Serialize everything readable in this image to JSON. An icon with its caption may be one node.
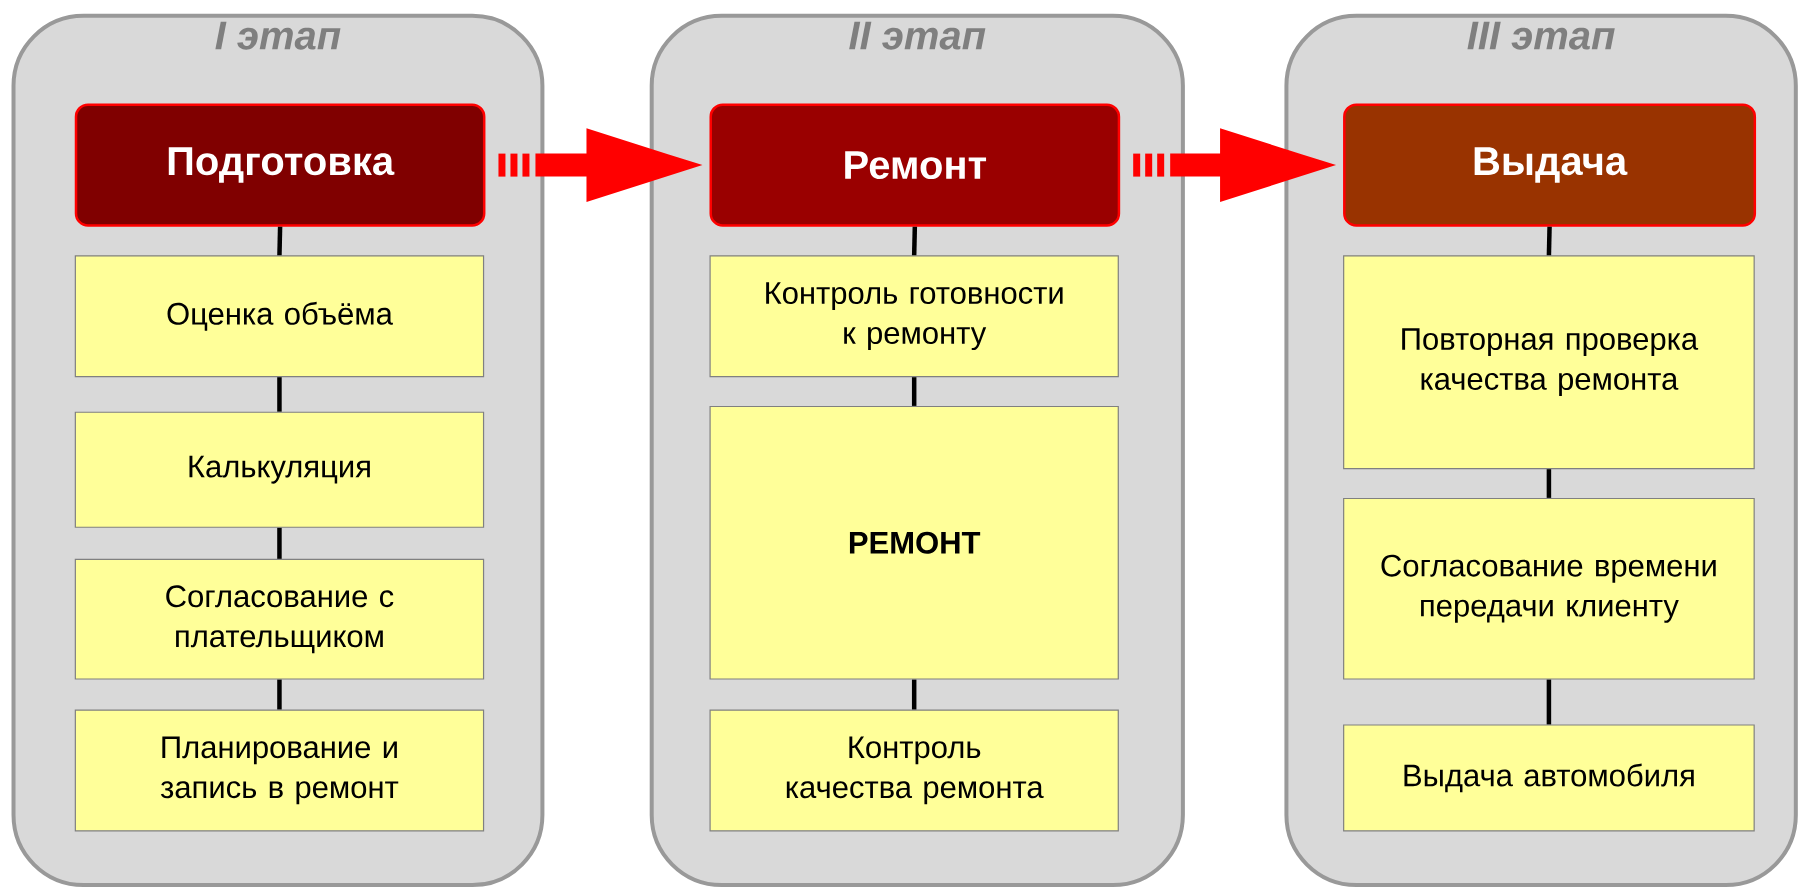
{
  "diagram": {
    "nodes": [
      {
        "text": [
          "I этап"
        ]
      },
      {
        "text": [
          "Подготовка"
        ],
        "in": 0
      },
      {
        "text": [
          "Оценка объёма"
        ],
        "in": 0
      },
      {
        "text": [
          "Калькуляция"
        ],
        "in": 0
      },
      {
        "text": [
          "Согласование с плательщиком"
        ],
        "in": 0
      },
      {
        "text": [
          "Планирование и запись в ремонт"
        ],
        "in": 0
      },
      {
        "text": [
          "II этап"
        ]
      },
      {
        "text": [
          "Ремонт"
        ],
        "in": 6
      },
      {
        "text": [
          "Контроль готовности к ремонту"
        ],
        "in": 6
      },
      {
        "text": [
          "**РЕМОНТ**"
        ],
        "in": 6
      },
      {
        "text": [
          "Контроль качества ремонта"
        ],
        "in": 6
      },
      {
        "text": [
          "III этап"
        ]
      },
      {
        "text": [
          "Выдача"
        ],
        "in": 11
      },
      {
        "text": [
          "Повторная проверка качества ремонта"
        ],
        "in": 11
      },
      {
        "text": [
          "Согласование времени передачи клиенту"
        ],
        "in": 11
      },
      {
        "text": [
          "Выдача автомобиля"
        ],
        "in": 11
      }
    ],
    "edges": [
      {
        "from": 1,
        "to": 2,
        "arrow": "none"
      },
      {
        "from": 2,
        "to": 3,
        "arrow": "none"
      },
      {
        "from": 3,
        "to": 4,
        "arrow": "none"
      },
      {
        "from": 4,
        "to": 5,
        "arrow": "none"
      },
      {
        "from": 7,
        "to": 8,
        "arrow": "none"
      },
      {
        "from": 8,
        "to": 9,
        "arrow": "none"
      },
      {
        "from": 9,
        "to": 10,
        "arrow": "none"
      },
      {
        "from": 12,
        "to": 13,
        "arrow": "none"
      },
      {
        "from": 13,
        "to": 14,
        "arrow": "none"
      },
      {
        "from": 14,
        "to": 15,
        "arrow": "none"
      },
      {
        "from": 1,
        "to": 7,
        "arrow": "to",
        "style": "thick",
        "color": "#ff0000"
      },
      {
        "from": 7,
        "to": 12,
        "arrow": "to",
        "style": "thick",
        "color": "#ff0000"
      }
    ]
  }
}
